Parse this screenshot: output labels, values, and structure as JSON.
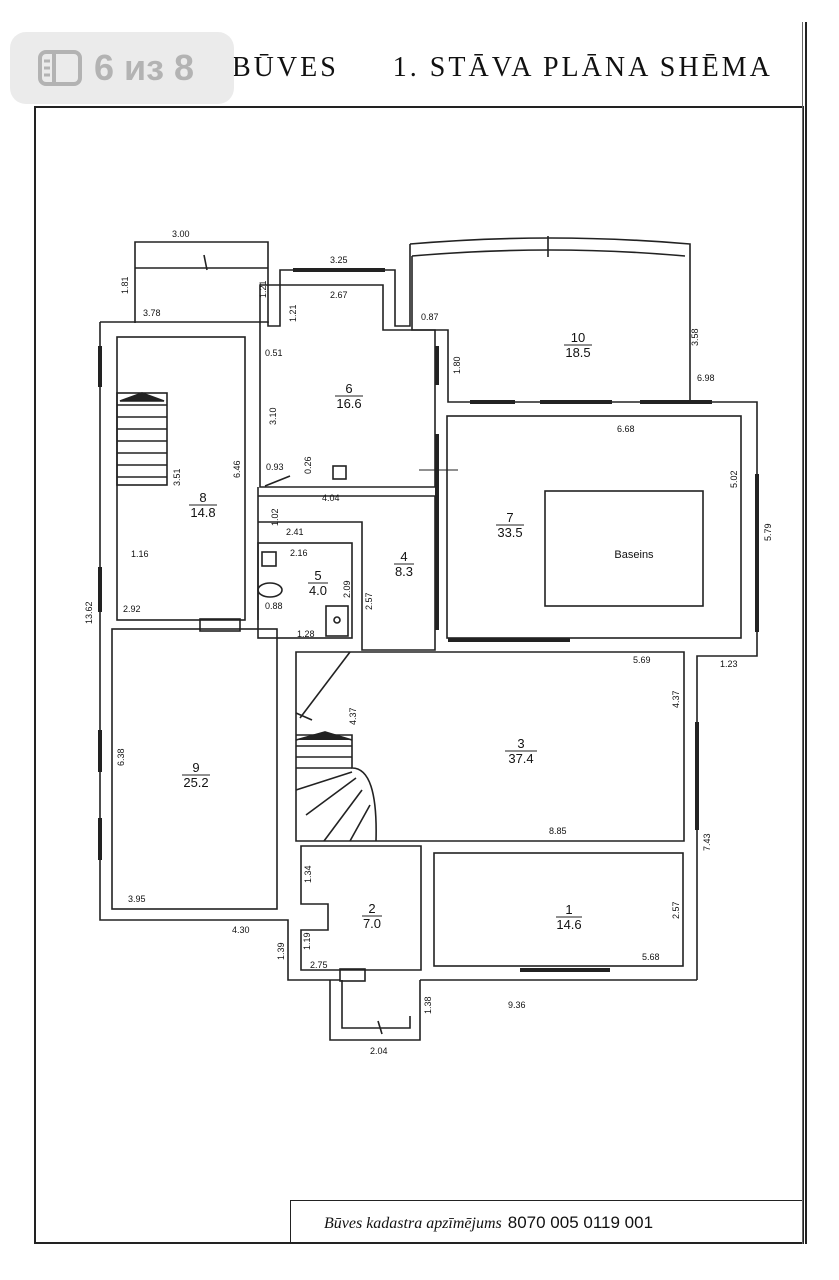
{
  "viewer": {
    "counter_text": "6 из 8",
    "icon": "sidebar-panel-icon"
  },
  "header": {
    "title_left": "BŪVES",
    "title_right": "1. STĀVA PLĀNA SHĒMA"
  },
  "footer": {
    "label": "Būves kadastra apzīmējums",
    "number": "8070 005 0119 001"
  },
  "rooms": [
    {
      "id": "1",
      "area": "14.6"
    },
    {
      "id": "2",
      "area": "7.0"
    },
    {
      "id": "3",
      "area": "37.4"
    },
    {
      "id": "4",
      "area": "8.3"
    },
    {
      "id": "5",
      "area": "4.0"
    },
    {
      "id": "6",
      "area": "16.6"
    },
    {
      "id": "7",
      "area": "33.5"
    },
    {
      "id": "8",
      "area": "14.8"
    },
    {
      "id": "9",
      "area": "25.2"
    },
    {
      "id": "10",
      "area": "18.5"
    }
  ],
  "pool_label": "Baseins",
  "dimensions": [
    "3.00",
    "3.25",
    "1.81",
    "1.21",
    "3.78",
    "2.67",
    "1.21",
    "0.87",
    "0.51",
    "1.80",
    "3.58",
    "6.98",
    "3.10",
    "6.68",
    "6.46",
    "0.93",
    "0.26",
    "3.51",
    "4.04",
    "5.02",
    "1.02",
    "2.41",
    "5.79",
    "2.16",
    "1.16",
    "2.09",
    "2.57",
    "0.88",
    "2.92",
    "1.28",
    "13.62",
    "5.69",
    "1.23",
    "4.37",
    "4.37",
    "6.38",
    "8.85",
    "7.43",
    "1.34",
    "2.57",
    "3.95",
    "4.30",
    "1.19",
    "1.39",
    "2.75",
    "5.68",
    "1.38",
    "9.36",
    "2.04"
  ]
}
